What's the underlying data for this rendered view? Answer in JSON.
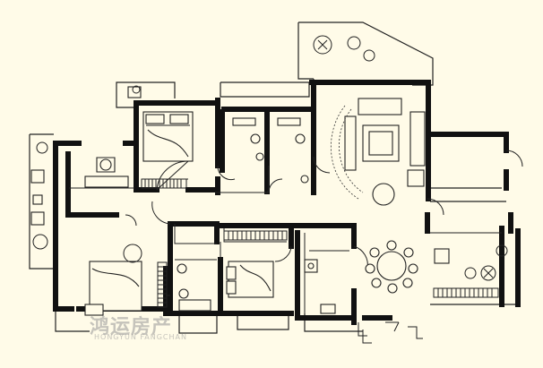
{
  "watermark": {
    "brand_cn": "鸿运房产",
    "brand_en": "HONGYUN FANGCHAN"
  },
  "colors": {
    "background": "#fffbe8",
    "wall": "#111111",
    "line": "#222222",
    "watermark": "#969696"
  },
  "rooms": [
    "master-bedroom",
    "bedroom-north",
    "bedroom-center",
    "study",
    "living-room",
    "dining-area",
    "kitchen",
    "bathroom-north-a",
    "bathroom-north-b",
    "bathroom-south",
    "balcony-west",
    "balcony-north",
    "balcony-east"
  ]
}
